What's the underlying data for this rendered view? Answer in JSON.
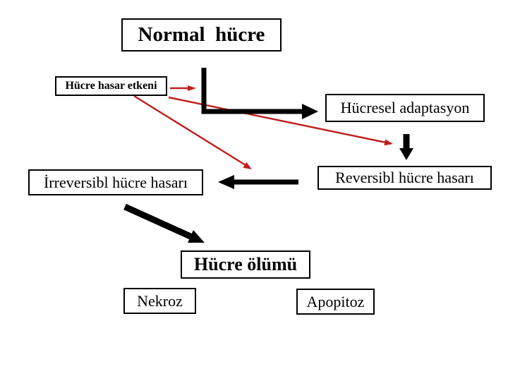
{
  "slide": {
    "background": "#ffffff"
  },
  "nodes": {
    "normal_cell": "Normal  hücre",
    "damage_agent": "Hücre hasar etkeni",
    "cellular_adaptation": "Hücresel adaptasyon",
    "reversible_damage": "Reversibl hücre hasarı",
    "irreversible_damage": "İrreversibl hücre hasarı",
    "cell_death": "Hücre ölümü",
    "necrosis": "Nekroz",
    "apoptosis": "Apopitoz"
  },
  "colors": {
    "black": "#000000",
    "red": "#c01f1f",
    "box_border": "#000000",
    "background": "#ffffff"
  }
}
